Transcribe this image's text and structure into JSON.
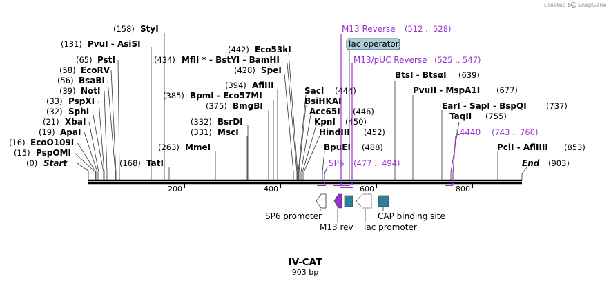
{
  "brand": {
    "created_by": "Created by",
    "app": "SnapGene"
  },
  "plasmid": {
    "name": "IV-CAT",
    "length": "903 bp"
  },
  "ruler": {
    "ticks": [
      "200",
      "400",
      "600",
      "800"
    ]
  },
  "sites": [
    {
      "name": "Start",
      "pos": "(0)",
      "italic": true
    },
    {
      "name": "PspOMI",
      "pos": "(15)"
    },
    {
      "name": "EcoO109I",
      "pos": "(16)"
    },
    {
      "name": "ApaI",
      "pos": "(19)"
    },
    {
      "name": "XbaI",
      "pos": "(21)"
    },
    {
      "name": "SphI",
      "pos": "(32)"
    },
    {
      "name": "PspXI",
      "pos": "(33)"
    },
    {
      "name": "NotI",
      "pos": "(39)"
    },
    {
      "name": "BsaBI",
      "pos": "(56)"
    },
    {
      "name": "EcoRV",
      "pos": "(58)"
    },
    {
      "name": "PstI",
      "pos": "(65)"
    },
    {
      "name": "PvuI  -  AsiSI",
      "pos": "(131)"
    },
    {
      "name": "StyI",
      "pos": "(158)"
    },
    {
      "name": "TatI",
      "pos": "(168)"
    },
    {
      "name": "MmeI",
      "pos": "(263)"
    },
    {
      "name": "MscI",
      "pos": "(331)"
    },
    {
      "name": "BsrDI",
      "pos": "(332)"
    },
    {
      "name": "BmgBI",
      "pos": "(375)"
    },
    {
      "name": "BpmI  -  Eco57MI",
      "pos": "(385)"
    },
    {
      "name": "AflIII",
      "pos": "(394)"
    },
    {
      "name": "MflI * - BstYI  -  BamHI",
      "pos": "(434)"
    },
    {
      "name": "SpeI",
      "pos": "(428)"
    },
    {
      "name": "Eco53kI",
      "pos": "(442)"
    },
    {
      "name": "SacI",
      "pos": "(444)"
    },
    {
      "name": "BsiHKAI",
      "pos": ""
    },
    {
      "name": "Acc65I",
      "pos": "(446)"
    },
    {
      "name": "KpnI",
      "pos": "(450)"
    },
    {
      "name": "HindIII",
      "pos": "(452)"
    },
    {
      "name": "BpuEI",
      "pos": "(488)"
    },
    {
      "name": "BtsI  -  BtsαI",
      "pos": "(639)"
    },
    {
      "name": "PvuII   -  MspA1I",
      "pos": "(677)"
    },
    {
      "name": "EarI  -  SapI  -  BspQI",
      "pos": "(737)"
    },
    {
      "name": "TaqII",
      "pos": "(755)"
    },
    {
      "name": "PciI  -  AflIIII",
      "pos": "(853)"
    },
    {
      "name": "End",
      "pos": "(903)",
      "italic": true
    }
  ],
  "primers": [
    {
      "name": "M13 Reverse",
      "range": "(512 .. 528)"
    },
    {
      "name": "M13/pUC Reverse",
      "range": "(525 .. 547)"
    },
    {
      "name": "SP6",
      "range": "(477 .. 494)"
    },
    {
      "name": "L4440",
      "range": "(743 .. 760)"
    }
  ],
  "lac_operator": "lac operator",
  "features": {
    "sp6_promoter": "SP6 promoter",
    "m13_rev": "M13 rev",
    "lac_promoter": "lac promoter",
    "cap_site": "CAP binding site"
  },
  "colors": {
    "primer": "#9933cc",
    "operator_fill": "#a8cfd8",
    "feature_teal": "#2f7f96"
  }
}
